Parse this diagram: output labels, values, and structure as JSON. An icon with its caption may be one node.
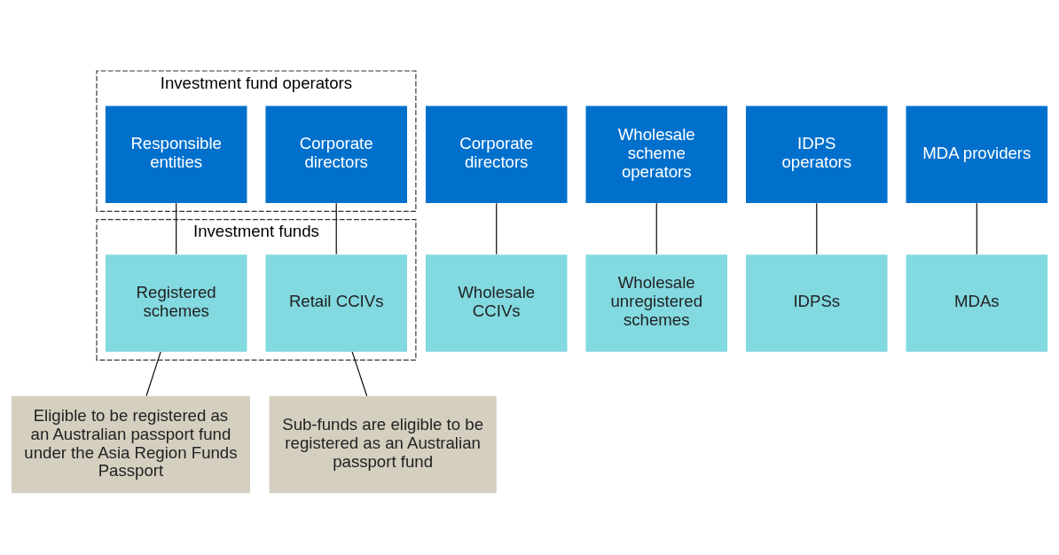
{
  "diagram": {
    "nodes": [
      {
        "text": [
          "Investment fund operators"
        ]
      },
      {
        "text": [
          "Responsible entities"
        ],
        "in": 0
      },
      {
        "text": [
          "Corporate directors"
        ],
        "in": 0
      },
      {
        "text": [
          "Corporate directors"
        ]
      },
      {
        "text": [
          "Wholesale scheme operators"
        ]
      },
      {
        "text": [
          "IDPS operators"
        ]
      },
      {
        "text": [
          "MDA providers"
        ]
      },
      {
        "text": [
          "Investment funds"
        ]
      },
      {
        "text": [
          "Registered schemes"
        ],
        "in": 7
      },
      {
        "text": [
          "Retail CCIVs"
        ],
        "in": 7
      },
      {
        "text": [
          "Wholesale CCIVs"
        ]
      },
      {
        "text": [
          "Wholesale unregistered schemes"
        ]
      },
      {
        "text": [
          "IDPSs"
        ]
      },
      {
        "text": [
          "MDAs"
        ]
      },
      {
        "text": [
          "Eligible to be registered as an Australian passport fund under the Asia Region Funds Passport"
        ]
      },
      {
        "text": [
          "Sub-funds are eligible to be registered as an Australian passport fund"
        ]
      }
    ],
    "edges": [
      {
        "from": 1,
        "to": 8,
        "arrow": "none"
      },
      {
        "from": 2,
        "to": 9,
        "arrow": "none"
      },
      {
        "from": 3,
        "to": 10,
        "arrow": "none"
      },
      {
        "from": 4,
        "to": 11,
        "arrow": "none"
      },
      {
        "from": 5,
        "to": 12,
        "arrow": "none"
      },
      {
        "from": 6,
        "to": 13,
        "arrow": "none"
      },
      {
        "from": 8,
        "to": 14,
        "arrow": "none"
      },
      {
        "from": 9,
        "to": 15,
        "arrow": "none"
      }
    ]
  }
}
